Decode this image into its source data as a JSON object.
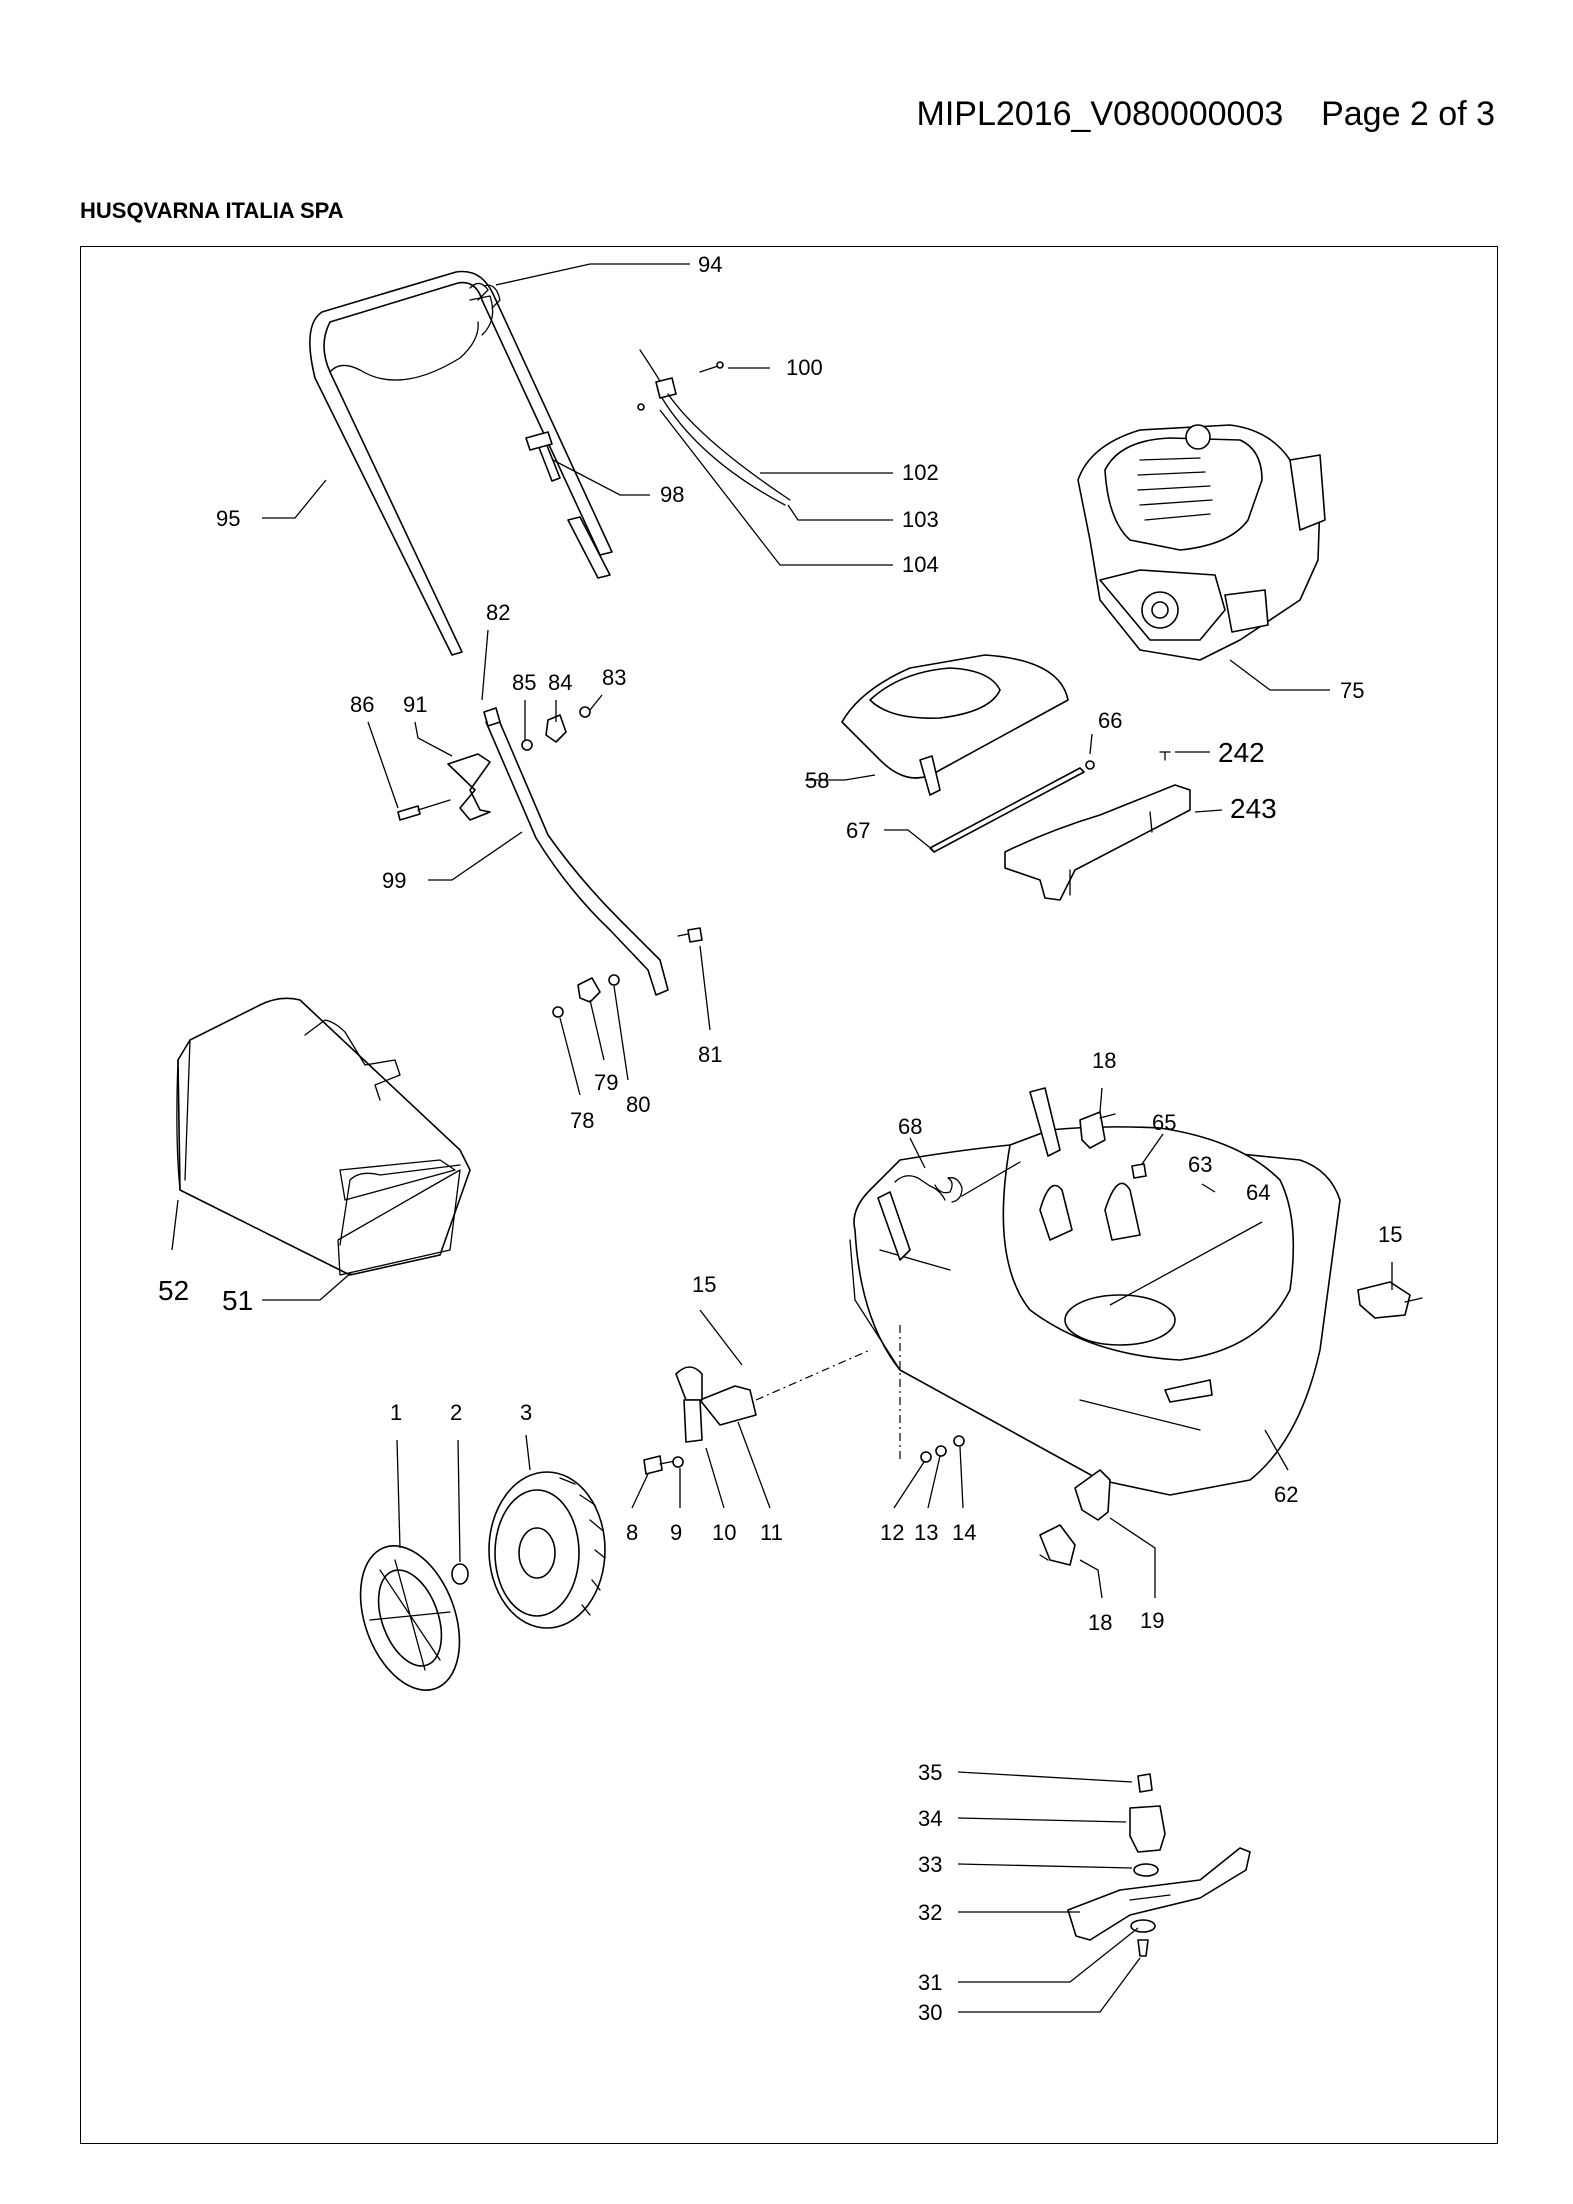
{
  "header": {
    "doc_id": "MIPL2016_V080000003",
    "page_label": "Page 2 of 3"
  },
  "company": "HUSQVARNA ITALIA SPA",
  "callouts": [
    {
      "id": "c94",
      "label": "94"
    },
    {
      "id": "c100",
      "label": "100"
    },
    {
      "id": "c102",
      "label": "102"
    },
    {
      "id": "c103",
      "label": "103"
    },
    {
      "id": "c104",
      "label": "104"
    },
    {
      "id": "c95",
      "label": "95"
    },
    {
      "id": "c98",
      "label": "98"
    },
    {
      "id": "c75",
      "label": "75"
    },
    {
      "id": "c82",
      "label": "82"
    },
    {
      "id": "c85",
      "label": "85"
    },
    {
      "id": "c84",
      "label": "84"
    },
    {
      "id": "c83",
      "label": "83"
    },
    {
      "id": "c86",
      "label": "86"
    },
    {
      "id": "c91",
      "label": "91"
    },
    {
      "id": "c99",
      "label": "99"
    },
    {
      "id": "c66",
      "label": "66"
    },
    {
      "id": "c242",
      "label": "242"
    },
    {
      "id": "c58",
      "label": "58"
    },
    {
      "id": "c243",
      "label": "243"
    },
    {
      "id": "c67",
      "label": "67"
    },
    {
      "id": "c81",
      "label": "81"
    },
    {
      "id": "c79",
      "label": "79"
    },
    {
      "id": "c80",
      "label": "80"
    },
    {
      "id": "c78",
      "label": "78"
    },
    {
      "id": "c18a",
      "label": "18"
    },
    {
      "id": "c68",
      "label": "68"
    },
    {
      "id": "c65",
      "label": "65"
    },
    {
      "id": "c63",
      "label": "63"
    },
    {
      "id": "c64",
      "label": "64"
    },
    {
      "id": "c15a",
      "label": "15"
    },
    {
      "id": "c52",
      "label": "52"
    },
    {
      "id": "c51",
      "label": "51"
    },
    {
      "id": "c15b",
      "label": "15"
    },
    {
      "id": "c1",
      "label": "1"
    },
    {
      "id": "c2",
      "label": "2"
    },
    {
      "id": "c3",
      "label": "3"
    },
    {
      "id": "c8",
      "label": "8"
    },
    {
      "id": "c9",
      "label": "9"
    },
    {
      "id": "c10",
      "label": "10"
    },
    {
      "id": "c11",
      "label": "11"
    },
    {
      "id": "c12",
      "label": "12"
    },
    {
      "id": "c13",
      "label": "13"
    },
    {
      "id": "c14",
      "label": "14"
    },
    {
      "id": "c62",
      "label": "62"
    },
    {
      "id": "c18b",
      "label": "18"
    },
    {
      "id": "c19",
      "label": "19"
    },
    {
      "id": "c35",
      "label": "35"
    },
    {
      "id": "c34",
      "label": "34"
    },
    {
      "id": "c33",
      "label": "33"
    },
    {
      "id": "c32",
      "label": "32"
    },
    {
      "id": "c31",
      "label": "31"
    },
    {
      "id": "c30",
      "label": "30"
    }
  ]
}
